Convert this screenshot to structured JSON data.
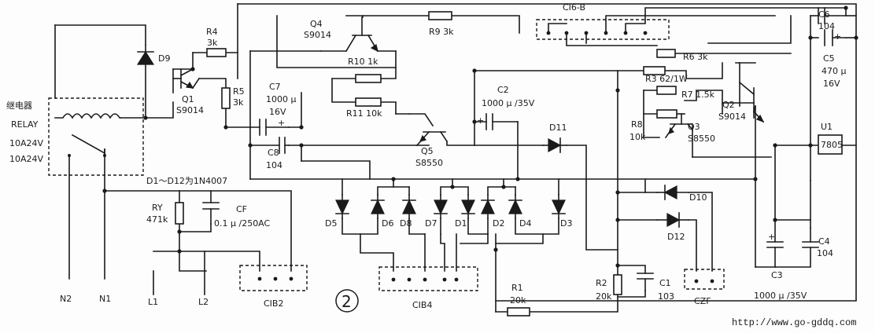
{
  "relay": {
    "name": "继电器",
    "name2": "RELAY",
    "rating1": "10A24V",
    "rating2": "10A24V"
  },
  "n2": "N2",
  "n1": "N1",
  "l1": "L1",
  "l2": "L2",
  "d9": "D9",
  "r4": {
    "name": "R4",
    "value": "3k"
  },
  "r5": {
    "name": "R5",
    "value": "3k"
  },
  "q1": {
    "name": "Q1",
    "part": "S9014"
  },
  "q4": {
    "name": "Q4",
    "part": "S9014"
  },
  "q5": {
    "name": "Q5",
    "part": "S8550"
  },
  "q2": {
    "name": "Q2",
    "part": "S9014"
  },
  "q3": {
    "name": "Q3",
    "part": "S8550"
  },
  "r9": "R9 3k",
  "r10": "R10 1k",
  "r11": "R11 10k",
  "c7": {
    "name": "C7",
    "value": "1000 μ",
    "voltage": "16V"
  },
  "c8": {
    "name": "C8",
    "value": "104"
  },
  "c2": {
    "name": "C2",
    "value": "1000 μ /35V"
  },
  "d11": "D11",
  "cib6": "CI6-B",
  "r6": "R6 3k",
  "r3": "R3 62/1W",
  "r7": "R7 1.5k",
  "r8": {
    "name": "R8",
    "value": "10k"
  },
  "c6": {
    "name": "C6",
    "value": "104"
  },
  "c5": {
    "name": "C5",
    "value": "470 μ",
    "voltage": "16V"
  },
  "u1": {
    "name": "U1",
    "part": "7805"
  },
  "diode_note": "D1～D12为1N4007",
  "ry": {
    "name": "RY",
    "value": "471k"
  },
  "cf": {
    "name": "CF",
    "value": "0.1 μ /250AC"
  },
  "d5": "D5",
  "d6": "D6",
  "d8": "D8",
  "d7": "D7",
  "d1": "D1",
  "d2": "D2",
  "d4": "D4",
  "d3": "D3",
  "d10": "D10",
  "d12": "D12",
  "c4": {
    "name": "C4",
    "value": "104"
  },
  "c3": {
    "name": "C3",
    "value": "1000 μ /35V"
  },
  "r1": {
    "name": "R1",
    "value": "20k"
  },
  "r2": {
    "name": "R2",
    "value": "20k"
  },
  "c1": {
    "name": "C1",
    "value": "103"
  },
  "cib2": "CIB2",
  "cib4": "CIB4",
  "czf": "CZF",
  "circle_number": "②",
  "url": "http://www.go-gddq.com"
}
